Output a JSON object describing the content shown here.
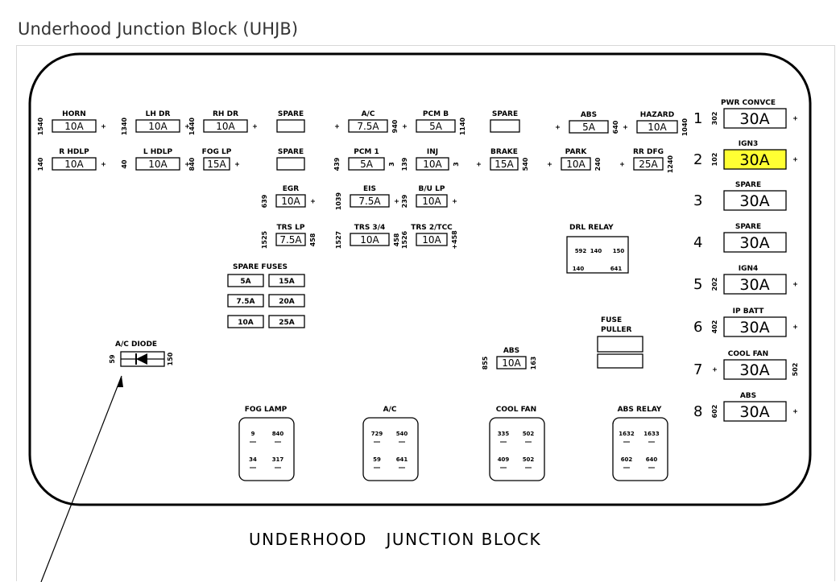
{
  "title": "Underhood Junction Block (UHJB)",
  "caption": "UNDERHOOD   JUNCTION BLOCK",
  "highlight_color": "#ffff33",
  "fuses": [
    {
      "id": "horn",
      "label": "HORN",
      "amp": "10A",
      "left": "1540",
      "right": "+"
    },
    {
      "id": "lhdr",
      "label": "LH DR",
      "amp": "10A",
      "left": "1340",
      "right": "+"
    },
    {
      "id": "rhdr",
      "label": "RH DR",
      "amp": "10A",
      "left": "1440",
      "right": "+"
    },
    {
      "id": "spare1",
      "label": "SPARE",
      "amp": "",
      "left": "",
      "right": ""
    },
    {
      "id": "ac",
      "label": "A/C",
      "amp": "7.5A",
      "left": "+",
      "right": "940"
    },
    {
      "id": "pcmb",
      "label": "PCM B",
      "amp": "5A",
      "left": "+",
      "right": "1140"
    },
    {
      "id": "spare2",
      "label": "SPARE",
      "amp": "",
      "left": "",
      "right": ""
    },
    {
      "id": "abs1",
      "label": "ABS",
      "amp": "5A",
      "left": "+",
      "right": "640"
    },
    {
      "id": "hazard",
      "label": "HAZARD",
      "amp": "10A",
      "left": "+",
      "right": "1040"
    },
    {
      "id": "rhdlp",
      "label": "R HDLP",
      "amp": "10A",
      "left": "140",
      "right": "+"
    },
    {
      "id": "lhdlp",
      "label": "L HDLP",
      "amp": "10A",
      "left": "40",
      "right": "+"
    },
    {
      "id": "foglp",
      "label": "FOG LP",
      "amp": "15A",
      "left": "840",
      "right": "+"
    },
    {
      "id": "spare3",
      "label": "SPARE",
      "amp": "",
      "left": "",
      "right": ""
    },
    {
      "id": "pcm1",
      "label": "PCM 1",
      "amp": "5A",
      "left": "439",
      "right": "3"
    },
    {
      "id": "inj",
      "label": "INJ",
      "amp": "10A",
      "left": "139",
      "right": "3"
    },
    {
      "id": "brake",
      "label": "BRAKE",
      "amp": "15A",
      "left": "+",
      "right": "540"
    },
    {
      "id": "park",
      "label": "PARK",
      "amp": "10A",
      "left": "+",
      "right": "240"
    },
    {
      "id": "rrdfg",
      "label": "RR DFG",
      "amp": "25A",
      "left": "+",
      "right": "1240"
    },
    {
      "id": "egr",
      "label": "EGR",
      "amp": "10A",
      "left": "639",
      "right": "+"
    },
    {
      "id": "eis",
      "label": "EIS",
      "amp": "7.5A",
      "left": "1039",
      "right": "+"
    },
    {
      "id": "bulp",
      "label": "B/U LP",
      "amp": "10A",
      "left": "239",
      "right": "+"
    },
    {
      "id": "trslp",
      "label": "TRS LP",
      "amp": "7.5A",
      "left": "1525",
      "right": "458"
    },
    {
      "id": "trs34",
      "label": "TRS 3/4",
      "amp": "10A",
      "left": "1527",
      "right": "458"
    },
    {
      "id": "trs2tcc",
      "label": "TRS 2/TCC",
      "amp": "10A",
      "left": "1526",
      "right": "+458"
    },
    {
      "id": "abs2",
      "label": "ABS",
      "amp": "10A",
      "left": "855",
      "right": "163"
    }
  ],
  "maxi": [
    {
      "num": "1",
      "label": "PWR CONVCE",
      "amp": "30A",
      "left": "302",
      "right": "+",
      "highlight": false
    },
    {
      "num": "2",
      "label": "IGN3",
      "amp": "30A",
      "left": "102",
      "right": "+",
      "highlight": true
    },
    {
      "num": "3",
      "label": "SPARE",
      "amp": "30A",
      "left": "",
      "right": "",
      "highlight": false
    },
    {
      "num": "4",
      "label": "SPARE",
      "amp": "30A",
      "left": "",
      "right": "",
      "highlight": false
    },
    {
      "num": "5",
      "label": "IGN4",
      "amp": "30A",
      "left": "202",
      "right": "+",
      "highlight": false
    },
    {
      "num": "6",
      "label": "IP BATT",
      "amp": "30A",
      "left": "402",
      "right": "+",
      "highlight": false
    },
    {
      "num": "7",
      "label": "COOL FAN",
      "amp": "30A",
      "left": "+",
      "right": "502",
      "highlight": false
    },
    {
      "num": "8",
      "label": "ABS",
      "amp": "30A",
      "left": "602",
      "right": "+",
      "highlight": false
    }
  ],
  "spare_fuses": {
    "label": "SPARE FUSES",
    "values": [
      "5A",
      "15A",
      "7.5A",
      "20A",
      "10A",
      "25A"
    ]
  },
  "drl_relay": {
    "label": "DRL RELAY",
    "pins": [
      "592",
      "140",
      "150",
      "140",
      "641"
    ]
  },
  "fuse_puller": {
    "line1": "FUSE",
    "line2": "PULLER"
  },
  "ac_diode": {
    "label": "A/C DIODE",
    "left": "59",
    "right": "150"
  },
  "relays": [
    {
      "label": "FOG LAMP",
      "pins": [
        "9",
        "840",
        "34",
        "317"
      ]
    },
    {
      "label": "A/C",
      "pins": [
        "729",
        "540",
        "59",
        "641"
      ]
    },
    {
      "label": "COOL FAN",
      "pins": [
        "335",
        "502",
        "409",
        "502"
      ]
    },
    {
      "label": "ABS RELAY",
      "pins": [
        "1632",
        "1633",
        "602",
        "640"
      ]
    }
  ]
}
